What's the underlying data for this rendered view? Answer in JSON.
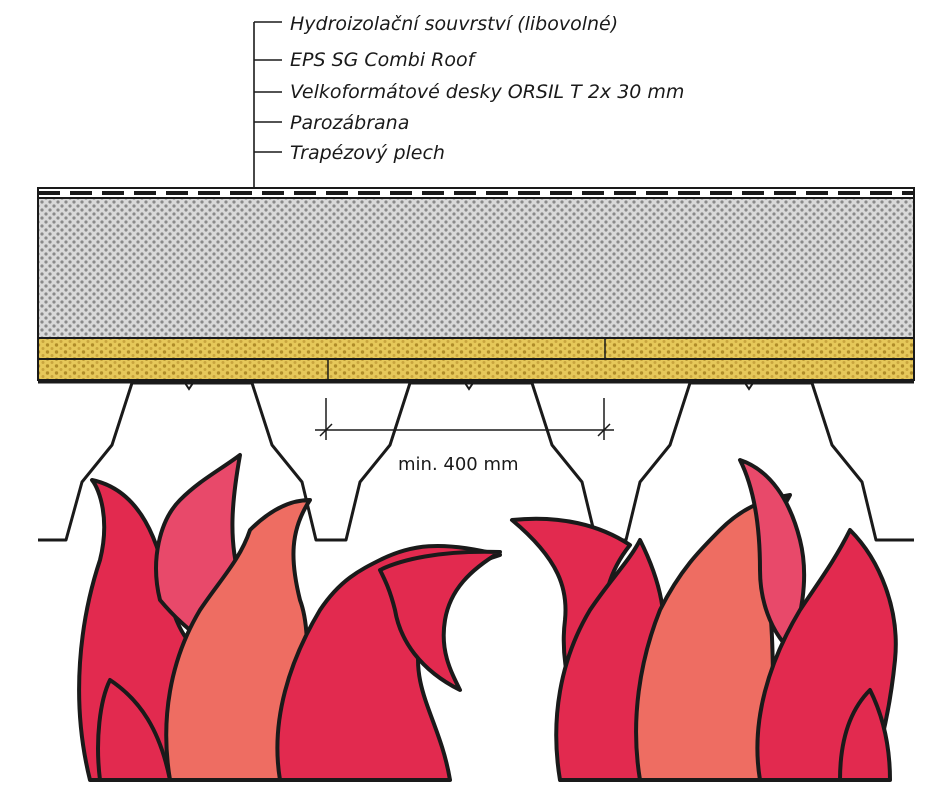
{
  "layers": [
    {
      "id": "waterproofing",
      "label": "Hydroizolační souvrství (libovolné)"
    },
    {
      "id": "eps",
      "label": "EPS SG Combi Roof"
    },
    {
      "id": "orsil",
      "label": "Velkoformátové desky ORSIL T 2x 30 mm"
    },
    {
      "id": "vapour-barrier",
      "label": "Parozábrana"
    },
    {
      "id": "trapezoidal-sheet",
      "label": "Trapézový plech"
    }
  ],
  "dimension": {
    "label": "min. 400 mm"
  },
  "colors": {
    "line": "#1a1a1a",
    "eps_fill": "#d9d9d9",
    "eps_dot": "#8a8a8a",
    "mineral_wool": "#e6c85a",
    "mineral_wool_dark": "#b08d2a",
    "flame_red": "#e22a4f",
    "flame_salmon": "#ee6d62",
    "flame_pink": "#e8496a"
  }
}
